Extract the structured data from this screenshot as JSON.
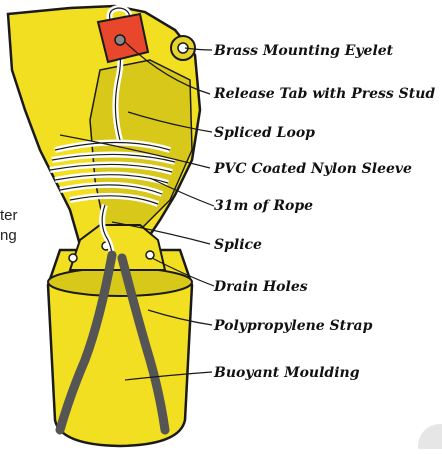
{
  "labels": [
    "Brass Mounting Eyelet",
    "Release Tab with Press Stud",
    "Spliced Loop",
    "PVC Coated Nylon Sleeve",
    "31m of Rope",
    "Splice",
    "Drain Holes",
    "Polypropylene Strap",
    "Buoyant Moulding"
  ],
  "side_text": [
    "ter",
    "ng"
  ],
  "colors": {
    "sleeve": "#f2df22",
    "sleeve_shade": "#d8c81a",
    "tab": "#e8472b",
    "strap": "#555555",
    "outline": "#1a1a1a"
  }
}
